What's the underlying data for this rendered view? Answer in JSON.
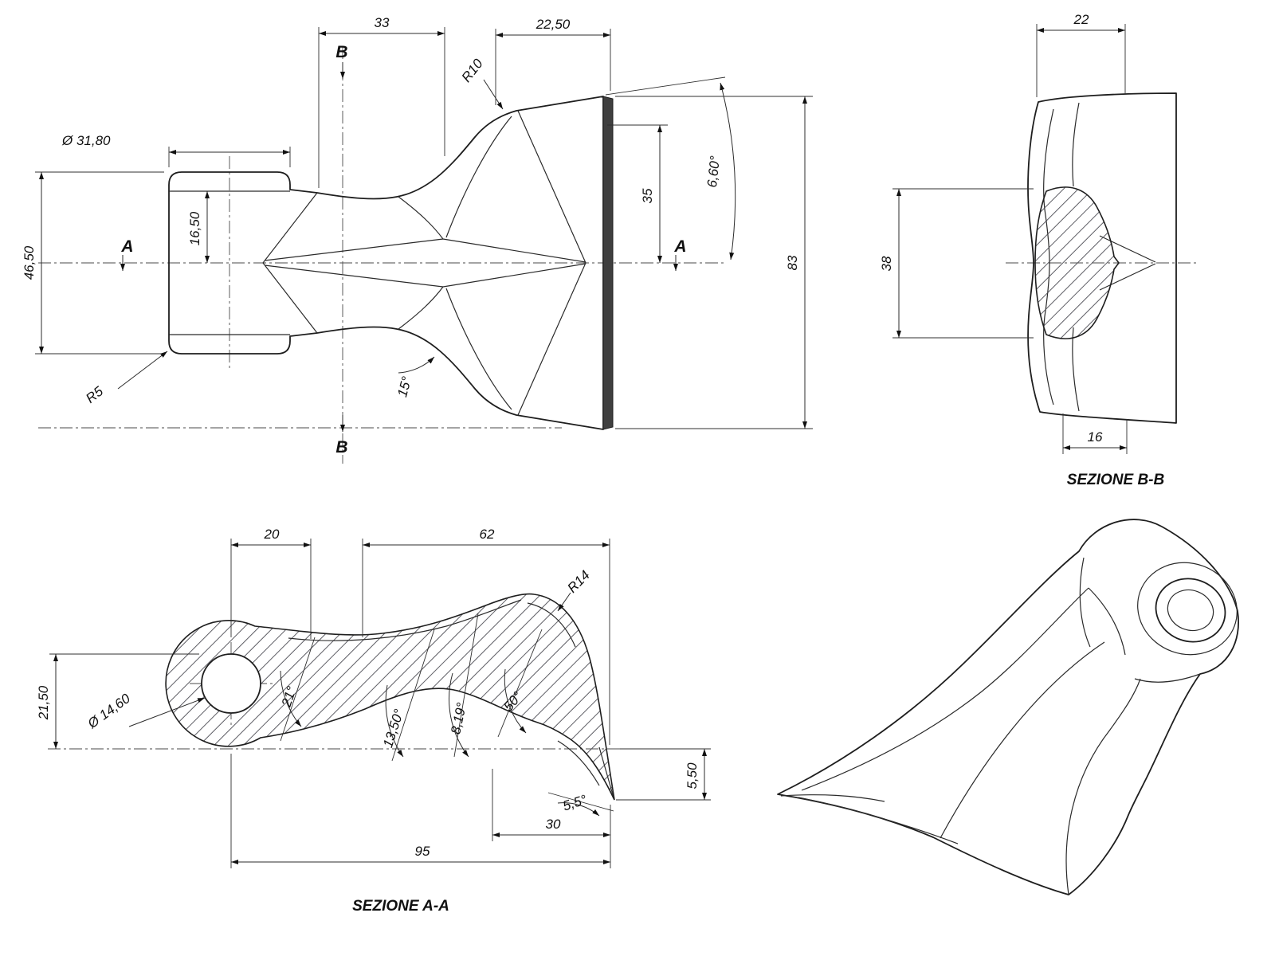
{
  "front_view": {
    "marker_a": "A",
    "marker_b": "B",
    "dims": {
      "d33": "33",
      "d2250": "22,50",
      "r10": "R10",
      "dia3180": "Ø 31,80",
      "d1650": "16,50",
      "d4650": "46,50",
      "d35": "35",
      "a660": "6,60°",
      "d83": "83",
      "r5": "R5",
      "a15": "15°"
    }
  },
  "section_bb": {
    "title": "SEZIONE B-B",
    "dims": {
      "d22": "22",
      "d38": "38",
      "d16": "16"
    }
  },
  "section_aa": {
    "title": "SEZIONE A-A",
    "dims": {
      "d20": "20",
      "d62": "62",
      "r14": "R14",
      "dia1460": "Ø 14,60",
      "d2150": "21,50",
      "a21": "21°",
      "a1350": "13,50°",
      "a819": "8,19°",
      "a50": "50°",
      "a55": "5,5°",
      "d550": "5,50",
      "d30": "30",
      "d95": "95"
    }
  }
}
